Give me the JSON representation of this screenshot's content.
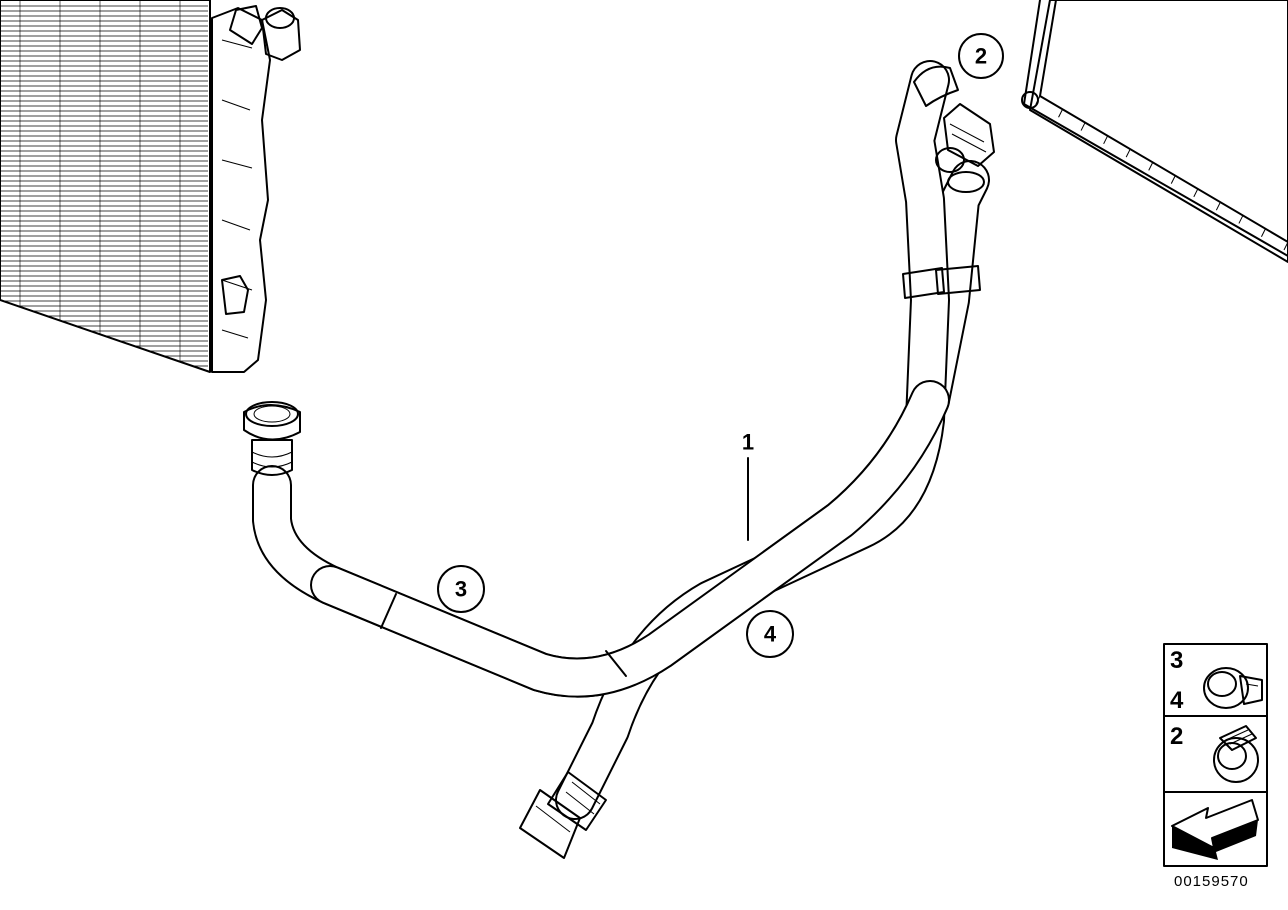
{
  "callouts": {
    "part_1": "1",
    "part_2": "2",
    "part_3": "3",
    "part_4": "4"
  },
  "legend": {
    "row_1_numbers": [
      "3",
      "4"
    ],
    "row_2_numbers": [
      "2"
    ]
  },
  "document_number": "00159570",
  "icons": {
    "hose_clamp_band": "clamp-band-icon",
    "hose_clamp_screw": "screw-clamp-icon",
    "reference_arrow": "arrow-icon"
  }
}
